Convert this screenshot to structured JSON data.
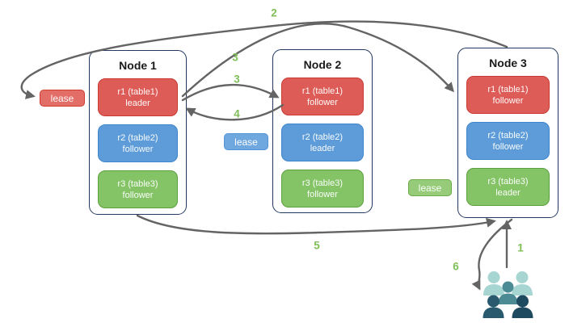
{
  "diagram_title": "raft-leaseholder-diagram",
  "nodes": [
    {
      "title": "Node 1",
      "replicas": [
        {
          "range": "r1 (table1)",
          "role": "leader",
          "color": "red"
        },
        {
          "range": "r2 (table2)",
          "role": "follower",
          "color": "blue"
        },
        {
          "range": "r3 (table3)",
          "role": "follower",
          "color": "green"
        }
      ]
    },
    {
      "title": "Node 2",
      "replicas": [
        {
          "range": "r1 (table1)",
          "role": "follower",
          "color": "red"
        },
        {
          "range": "r2 (table2)",
          "role": "leader",
          "color": "blue"
        },
        {
          "range": "r3 (table3)",
          "role": "follower",
          "color": "green"
        }
      ]
    },
    {
      "title": "Node 3",
      "replicas": [
        {
          "range": "r1 (table1)",
          "role": "follower",
          "color": "red"
        },
        {
          "range": "r2 (table2)",
          "role": "follower",
          "color": "blue"
        },
        {
          "range": "r3 (table3)",
          "role": "leader",
          "color": "green"
        }
      ]
    }
  ],
  "leases": [
    {
      "label": "lease",
      "color": "red",
      "near": "Node 1 r1 leader"
    },
    {
      "label": "lease",
      "color": "blue",
      "near": "Node 2 r2 leader"
    },
    {
      "label": "lease",
      "color": "green",
      "near": "Node 3 r3 leader"
    }
  ],
  "steps": [
    {
      "label": "2"
    },
    {
      "label": "3"
    },
    {
      "label": "3"
    },
    {
      "label": "4"
    },
    {
      "label": "5"
    },
    {
      "label": "6"
    },
    {
      "label": "1"
    }
  ],
  "icons": {
    "users": "users-group-icon"
  },
  "colors": {
    "replica_red_fill": "#dd5c57",
    "replica_red_border": "#c93a32",
    "replica_blue_fill": "#5d9cd8",
    "replica_blue_border": "#3f85cb",
    "replica_green_fill": "#84c366",
    "replica_green_border": "#5aa03d",
    "node_border": "#20395f",
    "arrow": "#646464",
    "step_label": "#7fbf57",
    "users_light_teal": "#a7d5d2",
    "users_mid_teal": "#4d8b94",
    "users_dark_slate": "#234f63"
  }
}
